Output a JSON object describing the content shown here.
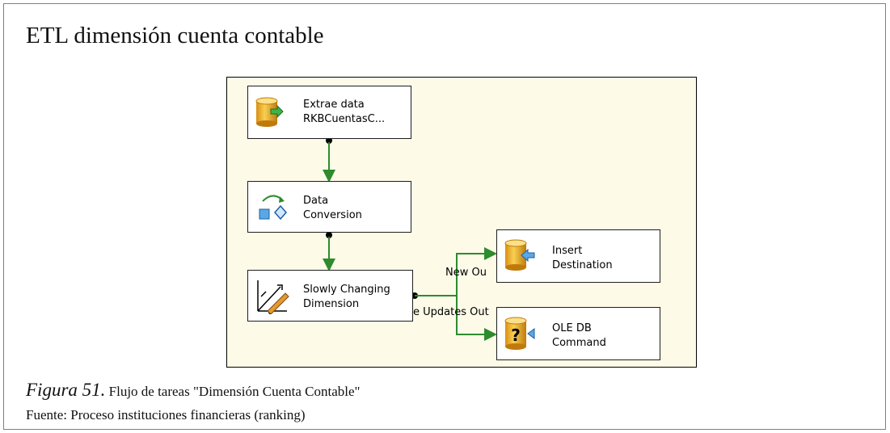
{
  "title": "ETL dimensión cuenta contable",
  "diagram": {
    "nodes": {
      "extract": {
        "line1": "Extrae data",
        "line2": "RKBCuentasC...",
        "icon": "database-source-icon"
      },
      "conversion": {
        "line1": "Data",
        "line2": "Conversion",
        "icon": "data-conversion-icon"
      },
      "scd": {
        "line1": "Slowly Changing",
        "line2": "Dimension",
        "icon": "slowly-changing-dimension-icon"
      },
      "insert": {
        "line1": "Insert",
        "line2": "Destination",
        "icon": "database-destination-icon"
      },
      "oledb": {
        "line1": "OLE DB",
        "line2": "Command",
        "icon": "ole-db-command-icon"
      }
    },
    "flows": {
      "new_output": "New Ou",
      "updates_output": "e Updates Out"
    },
    "colors": {
      "canvas": "#fdfbe8",
      "connector": "#2e8b2e",
      "cylinder": "#f0b429"
    }
  },
  "caption": {
    "figure": "Figura 51.",
    "text": " Flujo de tareas \"Dimensión Cuenta Contable\""
  },
  "source": "Fuente: Proceso instituciones financieras (ranking)"
}
